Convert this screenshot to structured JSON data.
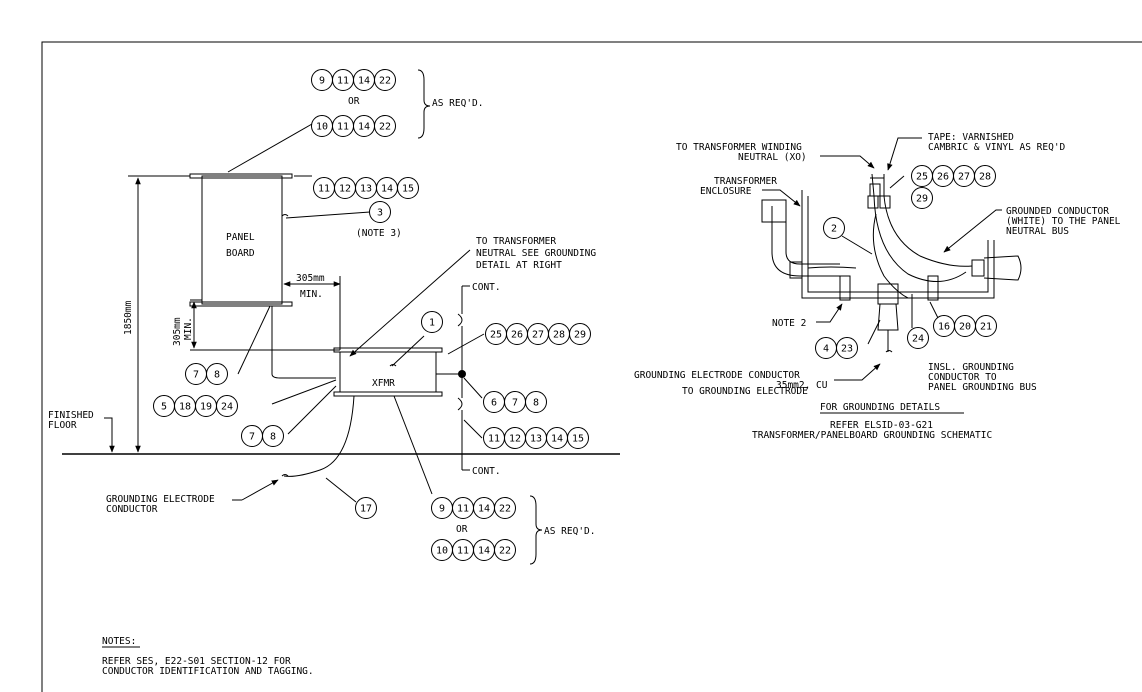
{
  "left": {
    "bubbles_top_row1": [
      "9",
      "11",
      "14",
      "22"
    ],
    "bubbles_top_row2": [
      "10",
      "11",
      "14",
      "22"
    ],
    "or_top": "OR",
    "as_reqd_top": "AS REQ'D.",
    "bubbles_panel_top": [
      "11",
      "12",
      "13",
      "14",
      "15"
    ],
    "note3_num": "3",
    "note3_text": "(NOTE 3)",
    "panel_label_1": "PANEL",
    "panel_label_2": "BOARD",
    "dim_305_a": "305mm",
    "min_a": "MIN.",
    "dim_305_b": "305mm",
    "min_b": "MIN.",
    "dim_1850": "1850mm",
    "to_xfmr_1": "TO TRANSFORMER",
    "to_xfmr_2": "NEUTRAL SEE GROUNDING",
    "to_xfmr_3": "DETAIL AT RIGHT",
    "cont_top": "CONT.",
    "cont_bottom": "CONT.",
    "bubble_1": "1",
    "bubbles_xfmr_right": [
      "25",
      "26",
      "27",
      "28",
      "29"
    ],
    "xfmr_label": "XFMR",
    "bubbles_78_a": [
      "7",
      "8"
    ],
    "bubbles_5_row": [
      "5",
      "18",
      "19",
      "24"
    ],
    "bubbles_678": [
      "6",
      "7",
      "8"
    ],
    "bubbles_78_b": [
      "7",
      "8"
    ],
    "bubbles_xfmr_bottom": [
      "11",
      "12",
      "13",
      "14",
      "15"
    ],
    "finished_1": "FINISHED",
    "finished_2": "FLOOR",
    "gec_1": "GROUNDING ELECTRODE",
    "gec_2": "CONDUCTOR",
    "bubble_17": "17",
    "bubbles_bot_row1": [
      "9",
      "11",
      "14",
      "22"
    ],
    "bubbles_bot_row2": [
      "10",
      "11",
      "14",
      "22"
    ],
    "or_bottom": "OR",
    "as_reqd_bottom": "AS REQ'D."
  },
  "right": {
    "to_winding_1": "TO TRANSFORMER WINDING",
    "to_winding_2": "NEUTRAL (XO)",
    "tape_1": "TAPE: VARNISHED",
    "tape_2": "CAMBRIC & VINYL AS REQ'D",
    "enclosure_1": "TRANSFORMER",
    "enclosure_2": "ENCLOSURE",
    "bubbles_25_row": [
      "25",
      "26",
      "27",
      "28"
    ],
    "bubble_29": "29",
    "grounded_1": "GROUNDED CONDUCTOR",
    "grounded_2": "(WHITE) TO THE PANEL",
    "grounded_3": "NEUTRAL BUS",
    "bubble_2": "2",
    "note2": "NOTE 2",
    "bubbles_16_row": [
      "16",
      "20",
      "21"
    ],
    "bubble_24": "24",
    "bubbles_4_row": [
      "4",
      "23"
    ],
    "gec_1": "GROUNDING ELECTRODE CONDUCTOR",
    "gec_2": "35mm2, CU",
    "gec_3": "TO GROUNDING ELECTRODE",
    "insl_1": "INSL. GROUNDING",
    "insl_2": "CONDUCTOR TO",
    "insl_3": "PANEL GROUNDING BUS",
    "for_grounding": "FOR GROUNDING DETAILS",
    "refer_1": "REFER ELSID-03-G21",
    "refer_2": "TRANSFORMER/PANELBOARD GROUNDING SCHEMATIC"
  },
  "notes": {
    "title": "NOTES:",
    "line1": "REFER SES, E22-S01 SECTION-12 FOR",
    "line2": "CONDUCTOR IDENTIFICATION AND TAGGING."
  }
}
